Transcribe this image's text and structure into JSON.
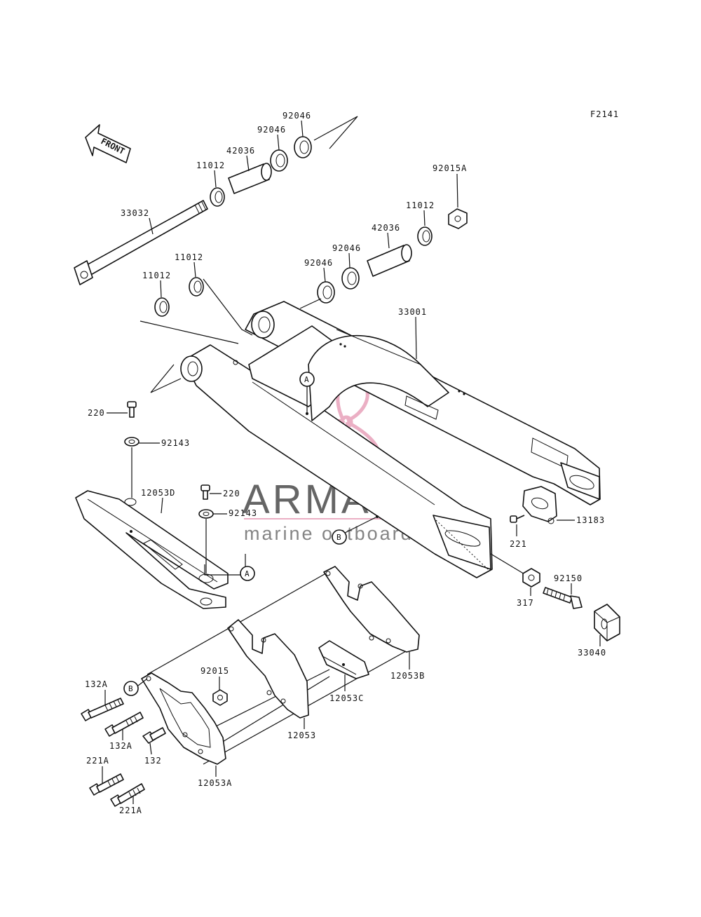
{
  "figure_code": "F2141",
  "front_label": "FRONT",
  "watermark": {
    "title": "ARMADA",
    "subtitle": "marine outboards",
    "logo_color": "#e9a7be",
    "text_color": "#555555"
  },
  "callouts": {
    "A1": "A",
    "A2": "A",
    "B1": "B",
    "B2": "B"
  },
  "labels": {
    "p92046_top1": "92046",
    "p92046_top2": "92046",
    "p42036_top": "42036",
    "p11012_top": "11012",
    "p33032": "33032",
    "p92015A": "92015A",
    "p11012_r": "11012",
    "p42036_r": "42036",
    "p92046_r1": "92046",
    "p92046_r2": "92046",
    "p11012_l1": "11012",
    "p11012_l2": "11012",
    "p33001": "33001",
    "p220_a": "220",
    "p92143_a": "92143",
    "p12053D": "12053D",
    "p220_b": "220",
    "p92143_b": "92143",
    "p13183": "13183",
    "p221": "221",
    "p92150": "92150",
    "p317": "317",
    "p33040": "33040",
    "p132A_1": "132A",
    "p132A_2": "132A",
    "p92015": "92015",
    "p12053C": "12053C",
    "p12053B": "12053B",
    "p12053": "12053",
    "p132": "132",
    "p221A_1": "221A",
    "p221A_2": "221A",
    "p12053A": "12053A"
  }
}
